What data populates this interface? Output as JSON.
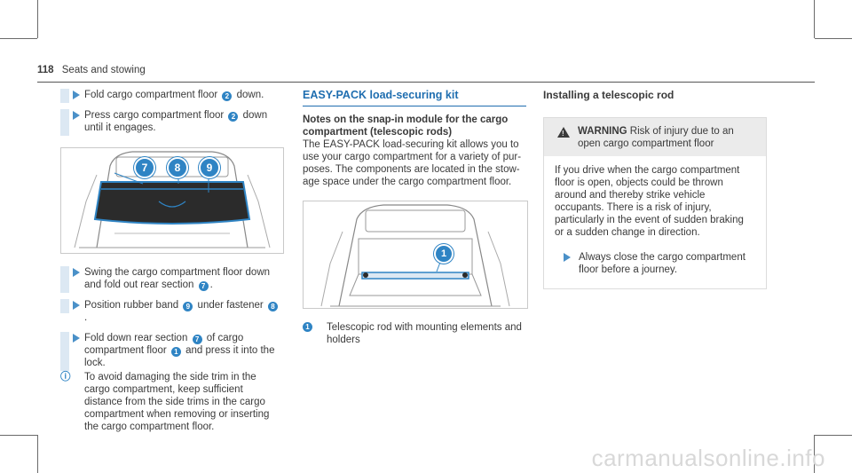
{
  "header": {
    "page_number": "118",
    "section": "Seats and stowing"
  },
  "col1": {
    "steps_top": [
      {
        "parts": [
          "Fold cargo compartment floor",
          "2",
          "down."
        ]
      },
      {
        "parts": [
          "Press cargo compartment floor",
          "2",
          "down until it engages."
        ]
      }
    ],
    "figure_callouts": [
      "7",
      "8",
      "9"
    ],
    "steps_bottom": [
      {
        "parts": [
          "Swing the cargo compartment floor down and fold out rear section",
          "7",
          "."
        ]
      },
      {
        "parts": [
          "Position rubber band",
          "9",
          "under fastener",
          "8",
          "."
        ]
      },
      {
        "parts": [
          "Fold down rear section",
          "7",
          "of cargo compart­ment floor",
          "1",
          "and press it into the lock."
        ]
      }
    ],
    "note": "To avoid damaging the side trim in the cargo compartment, keep sufficient distance from the side trims in the cargo compartment when removing or inserting the cargo com­partment floor."
  },
  "col2": {
    "title": "EASY-PACK load-securing kit",
    "subtitle": "Notes on the snap-in module for the cargo compartment (telescopic rods)",
    "body": "The EASY-PACK load-securing kit allows you to use your cargo compartment for a variety of pur­poses. The components are located in the stow­age space under the cargo compartment floor.",
    "figure_callout": "1",
    "caption_num": "1",
    "caption": "Telescopic rod with mounting elements and holders"
  },
  "col3": {
    "title": "Installing a telescopic rod",
    "warning_label": "WARNING",
    "warning_head": "Risk of injury due to an open cargo compartment floor",
    "warning_body": "If you drive when the cargo compartment floor is open, objects could be thrown around and thereby strike vehicle occupants. There is a risk of injury, particularly in the event of sudden braking or a sudden change in direc­tion.",
    "warning_step": "Always close the cargo compartment floor before a journey."
  },
  "watermark": "carmanualsonline.info",
  "colors": {
    "accent": "#2f84c4",
    "title_blue": "#1f6eb0",
    "bullet_bg": "#dce8f3",
    "warning_bg": "#ebebeb"
  }
}
